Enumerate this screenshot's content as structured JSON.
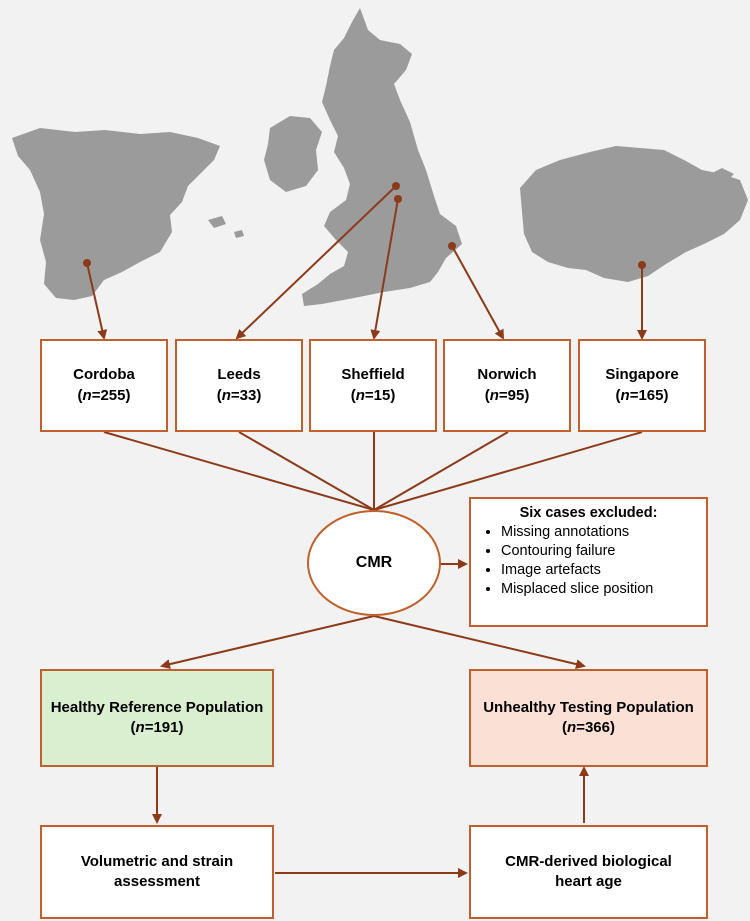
{
  "sites": [
    {
      "name": "Cordoba",
      "n_prefix": "n",
      "n_value": "=255"
    },
    {
      "name": "Leeds",
      "n_prefix": "n",
      "n_value": "=33"
    },
    {
      "name": "Sheffield",
      "n_prefix": "n",
      "n_value": "=15"
    },
    {
      "name": "Norwich",
      "n_prefix": "n",
      "n_value": "=95"
    },
    {
      "name": "Singapore",
      "n_prefix": "n",
      "n_value": "=165"
    }
  ],
  "cmr": {
    "label": "CMR"
  },
  "exclusion": {
    "title": "Six cases excluded:",
    "items": [
      "Missing annotations",
      "Contouring failure",
      "Image artefacts",
      "Misplaced slice position"
    ]
  },
  "healthy": {
    "label": "Healthy Reference Population",
    "n_prefix": "n",
    "n_value": "=191",
    "fill": "#d9efcf"
  },
  "unhealthy": {
    "label": "Unhealthy Testing Population",
    "n_prefix": "n",
    "n_value": "=366",
    "fill": "#fae0d5"
  },
  "assessment": {
    "label": "Volumetric and strain assessment"
  },
  "heart_age": {
    "label": "CMR-derived biological heart age"
  },
  "colors": {
    "border": "#c0602c",
    "arrow": "#8b3a1a",
    "map": "#9b9b9b",
    "background": "#f2f2f2"
  }
}
